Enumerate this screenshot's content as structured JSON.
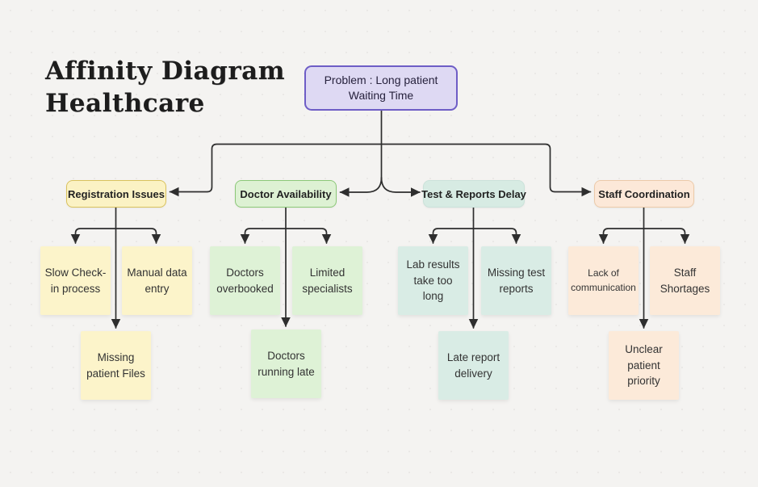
{
  "board": {
    "title_line1": "Affinity Diagram",
    "title_line2": "Healthcare",
    "background_color": "#f4f3f1",
    "connector_color": "#2e2e2e"
  },
  "problem_node": {
    "label": "Problem : Long patient Waiting Time",
    "fill": "#ded9f3",
    "border": "#6e5dc6"
  },
  "groups": [
    {
      "header": "Registration Issues",
      "header_fill": "#fbf2c4",
      "header_border": "#d9c25d",
      "sticky_fill": "#fcf4ca",
      "notes": [
        "Slow Check-in process",
        "Manual data entry",
        "Missing patient Files"
      ]
    },
    {
      "header": "Doctor Availability",
      "header_fill": "#ddf1d3",
      "header_border": "#8cc878",
      "sticky_fill": "#def2d6",
      "notes": [
        "Doctors overbooked",
        "Limited specialists",
        "Doctors running late"
      ]
    },
    {
      "header": "Test & Reports Delay",
      "header_fill": "#d7ebe3",
      "header_border": "#cbe2da",
      "sticky_fill": "#d9ece5",
      "notes": [
        "Lab results take too long",
        "Missing test reports",
        "Late report delivery"
      ]
    },
    {
      "header": "Staff Coordination",
      "header_fill": "#fce8d8",
      "header_border": "#eccaa9",
      "sticky_fill": "#fcead9",
      "notes": [
        "Lack of communication",
        "Staff Shortages",
        "Unclear patient priority"
      ]
    }
  ]
}
